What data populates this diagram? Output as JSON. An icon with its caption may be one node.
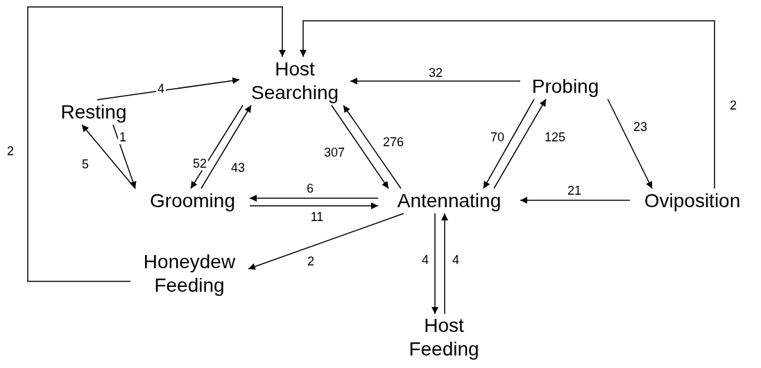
{
  "diagram": {
    "nodes": [
      {
        "text": [
          "Host Searching"
        ]
      },
      {
        "text": [
          "Resting"
        ]
      },
      {
        "text": [
          "Probing"
        ]
      },
      {
        "text": [
          "Grooming"
        ]
      },
      {
        "text": [
          "Antennating"
        ]
      },
      {
        "text": [
          "Oviposition"
        ]
      },
      {
        "text": [
          "Honeydew Feeding"
        ]
      },
      {
        "text": [
          "Host Feeding"
        ]
      }
    ],
    "edges": [
      {
        "from": 1,
        "to": 0,
        "arrow": "to",
        "label": "4"
      },
      {
        "from": 1,
        "to": 3,
        "arrow": "to",
        "label": "1"
      },
      {
        "from": 3,
        "to": 1,
        "arrow": "to",
        "label": "5"
      },
      {
        "from": 0,
        "to": 3,
        "arrow": "to",
        "label": "52"
      },
      {
        "from": 3,
        "to": 0,
        "arrow": "to",
        "label": "43"
      },
      {
        "from": 0,
        "to": 4,
        "arrow": "to",
        "label": "307"
      },
      {
        "from": 4,
        "to": 0,
        "arrow": "to",
        "label": "276"
      },
      {
        "from": 2,
        "to": 0,
        "arrow": "to",
        "label": "32"
      },
      {
        "from": 2,
        "to": 4,
        "arrow": "to",
        "label": "70"
      },
      {
        "from": 4,
        "to": 2,
        "arrow": "to",
        "label": "125"
      },
      {
        "from": 2,
        "to": 5,
        "arrow": "to",
        "label": "23"
      },
      {
        "from": 5,
        "to": 4,
        "arrow": "to",
        "label": "21"
      },
      {
        "from": 4,
        "to": 3,
        "arrow": "to",
        "label": "6"
      },
      {
        "from": 3,
        "to": 4,
        "arrow": "to",
        "label": "11"
      },
      {
        "from": 4,
        "to": 6,
        "arrow": "to",
        "label": "2"
      },
      {
        "from": 4,
        "to": 7,
        "arrow": "to",
        "label": "4"
      },
      {
        "from": 7,
        "to": 4,
        "arrow": "to",
        "label": "4"
      },
      {
        "from": 6,
        "to": 0,
        "arrow": "to",
        "label": "2"
      },
      {
        "from": 5,
        "to": 0,
        "arrow": "to",
        "label": "2"
      }
    ]
  }
}
